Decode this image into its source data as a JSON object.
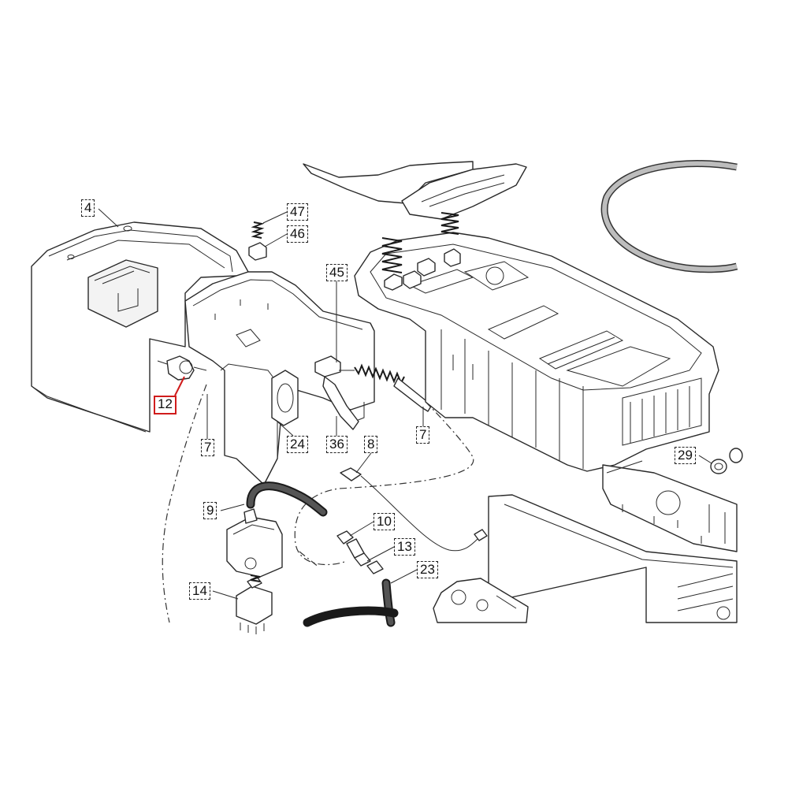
{
  "diagram": {
    "highlighted_part": "12",
    "callouts": [
      {
        "id": "c4",
        "label": "4"
      },
      {
        "id": "c47",
        "label": "47"
      },
      {
        "id": "c46",
        "label": "46"
      },
      {
        "id": "c45",
        "label": "45"
      },
      {
        "id": "c12",
        "label": "12"
      },
      {
        "id": "c7a",
        "label": "7"
      },
      {
        "id": "c24",
        "label": "24"
      },
      {
        "id": "c36",
        "label": "36"
      },
      {
        "id": "c8",
        "label": "8"
      },
      {
        "id": "c7b",
        "label": "7"
      },
      {
        "id": "c29",
        "label": "29"
      },
      {
        "id": "c9",
        "label": "9"
      },
      {
        "id": "c10",
        "label": "10"
      },
      {
        "id": "c13",
        "label": "13"
      },
      {
        "id": "c23",
        "label": "23"
      },
      {
        "id": "c14",
        "label": "14"
      }
    ]
  },
  "colors": {
    "line": "#2a2a2a",
    "highlight": "#d01c1c",
    "background": "#ffffff"
  }
}
